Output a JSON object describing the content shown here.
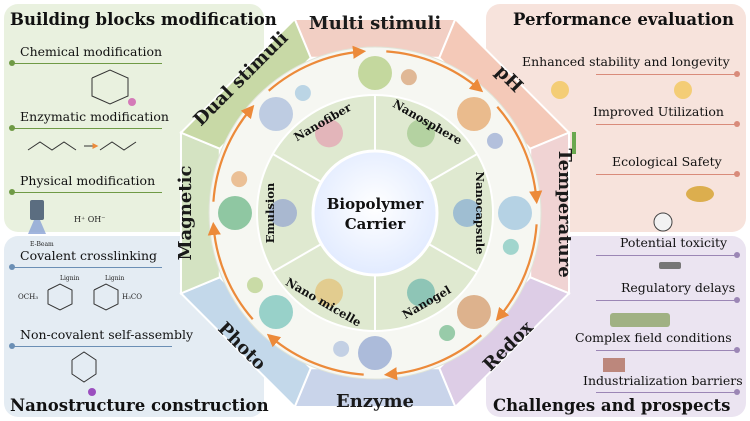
{
  "center": {
    "line1": "Biopolymer",
    "line2": "Carrier"
  },
  "inner_ring": [
    "Nanofiber",
    "Nanosphere",
    "Nanocapsule",
    "Nanogel",
    "Nano micelle",
    "Emulsion"
  ],
  "outer_ring": [
    "Multi stimuli",
    "pH",
    "Temperature",
    "Redox",
    "Enzyme",
    "Photo",
    "Magnetic",
    "Dual stimuli"
  ],
  "panels": {
    "top_left": {
      "title": "Building blocks modification",
      "items": [
        "Chemical modification",
        "Enzymatic modification",
        "Physical modification"
      ],
      "glyphs": {
        "beam": "E-Beam",
        "ions": "H⁺  OH⁻"
      }
    },
    "bottom_left": {
      "title": "Nanostructure construction",
      "items": [
        "Covalent crosslinking",
        "Non-covalent self-assembly"
      ],
      "glyphs": {
        "lignin_a": "Lignin",
        "lignin_b": "Lignin",
        "och3": "OCH₃",
        "h3co": "H₃CO"
      }
    },
    "top_right": {
      "title": "Performance evaluation",
      "items": [
        "Enhanced stability and longevity",
        "Improved Utilization",
        "Ecological Safety"
      ]
    },
    "bottom_right": {
      "title": "Challenges and prospects",
      "items": [
        "Potential toxicity",
        "Regulatory delays",
        "Complex field conditions",
        "Industrialization barriers"
      ]
    }
  },
  "colors": {
    "multi": "#f2cfc4",
    "ph": "#f4c9b8",
    "temperature": "#f0d3d3",
    "redox": "#ddcde6",
    "enzyme": "#c9d4ea",
    "photo": "#c3d8ea",
    "magnetic": "#d4e3c2",
    "dual": "#c8d9a6",
    "inner_ring": "#dfe9d0",
    "core": "#eef4ff",
    "line_green": "#6f9a45",
    "line_blue": "#6b8fb5",
    "line_red": "#d98b7a",
    "line_purple": "#9b86b5"
  }
}
